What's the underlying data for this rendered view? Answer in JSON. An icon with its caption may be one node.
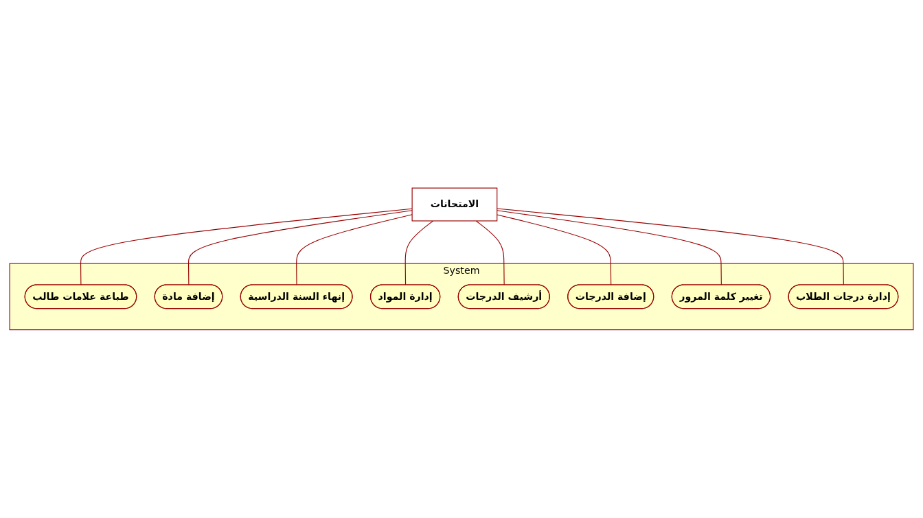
{
  "diagram": {
    "nodes": [
      {
        "text": [
          "الامتحانات"
        ]
      },
      {
        "text": [
          "System"
        ]
      },
      {
        "text": [
          "طباعة علامات طالب"
        ],
        "in": 1
      },
      {
        "text": [
          "إضافة مادة"
        ],
        "in": 1
      },
      {
        "text": [
          "إنهاء السنة الدراسية"
        ],
        "in": 1
      },
      {
        "text": [
          "إدارة المواد"
        ],
        "in": 1
      },
      {
        "text": [
          "أرشيف الدرجات"
        ],
        "in": 1
      },
      {
        "text": [
          "إضافة الدرجات"
        ],
        "in": 1
      },
      {
        "text": [
          "تغيير كلمة المرور"
        ],
        "in": 1
      },
      {
        "text": [
          "إدارة درجات الطلاب"
        ],
        "in": 1
      }
    ],
    "edges": [
      {
        "from": 0,
        "to": 2,
        "arrow": "none"
      },
      {
        "from": 0,
        "to": 4,
        "arrow": "none"
      },
      {
        "from": 0,
        "to": 6,
        "arrow": "none"
      },
      {
        "from": 0,
        "to": 8,
        "arrow": "none"
      },
      {
        "from": 0,
        "to": 9,
        "arrow": "none"
      },
      {
        "from": 0,
        "to": 7,
        "arrow": "none"
      },
      {
        "from": 0,
        "to": 5,
        "arrow": "none"
      },
      {
        "from": 0,
        "to": 3,
        "arrow": "none"
      }
    ]
  }
}
